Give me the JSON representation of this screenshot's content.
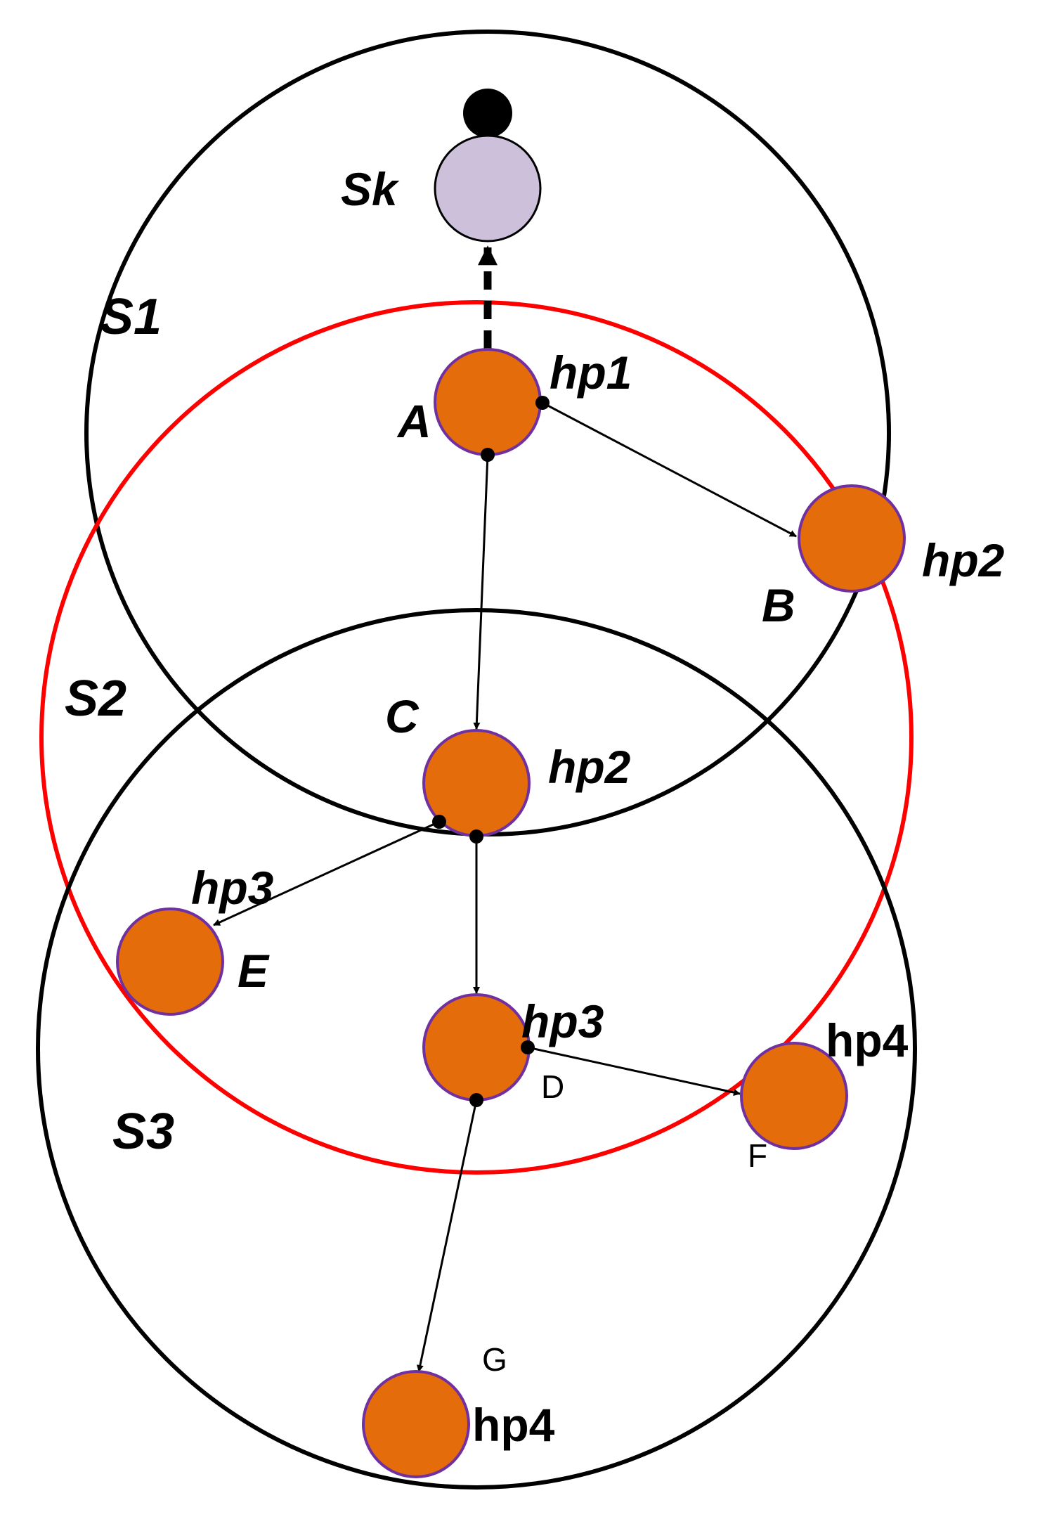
{
  "diagram": {
    "colors": {
      "region_s1": "#000000",
      "region_s2": "#ff0000",
      "region_s3": "#000000",
      "node_fill": "#e46c0a",
      "node_stroke": "#7030a0",
      "sink_fill": "#ccc0da",
      "edge": "#000000"
    },
    "regions": [
      {
        "id": "s1",
        "label": "S1"
      },
      {
        "id": "s2",
        "label": "S2"
      },
      {
        "id": "s3",
        "label": "S3"
      }
    ],
    "sink": {
      "label": "Sk"
    },
    "nodes": [
      {
        "id": "a",
        "label": "A",
        "hop": "hp1"
      },
      {
        "id": "b",
        "label": "B",
        "hop": "hp2"
      },
      {
        "id": "c",
        "label": "C",
        "hop": "hp2"
      },
      {
        "id": "e",
        "label": "E",
        "hop": "hp3"
      },
      {
        "id": "d",
        "label": "D",
        "hop": "hp3"
      },
      {
        "id": "f",
        "label": "F",
        "hop": "hp4"
      },
      {
        "id": "g",
        "label": "G",
        "hop": "hp4"
      }
    ],
    "edges": [
      {
        "from": "a",
        "to": "sink",
        "style": "dashed"
      },
      {
        "from": "a",
        "to": "b",
        "style": "solid"
      },
      {
        "from": "a",
        "to": "c",
        "style": "solid"
      },
      {
        "from": "c",
        "to": "e",
        "style": "solid"
      },
      {
        "from": "c",
        "to": "d",
        "style": "solid"
      },
      {
        "from": "d",
        "to": "f",
        "style": "solid"
      },
      {
        "from": "d",
        "to": "g",
        "style": "solid"
      }
    ]
  }
}
